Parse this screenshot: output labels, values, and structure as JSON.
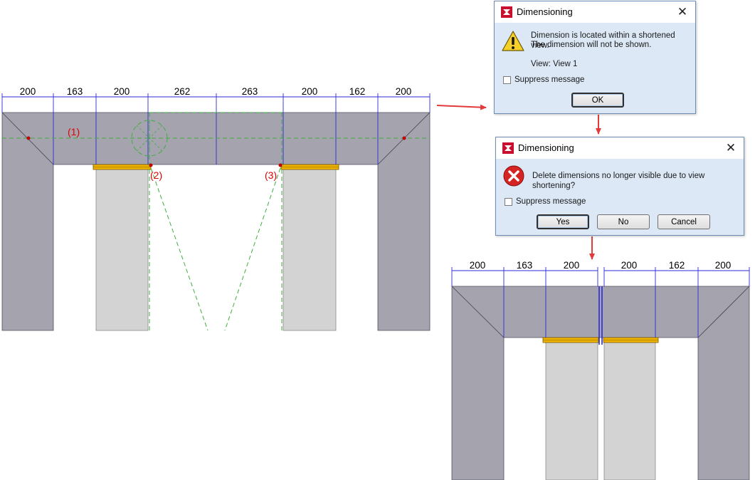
{
  "drawing_left": {
    "dimensions": [
      "200",
      "163",
      "200",
      "262",
      "263",
      "200",
      "162",
      "200"
    ],
    "labels": [
      "(1)",
      "(2)",
      "(3)"
    ]
  },
  "drawing_right": {
    "dimensions": [
      "200",
      "163",
      "200",
      "200",
      "162",
      "200"
    ]
  },
  "dialog1": {
    "title": "Dimensioning",
    "icon": "warning-icon",
    "message_line1": "Dimension is located within a shortened view.",
    "message_line2": "The dimension will not be shown.",
    "view_info": "View: View 1",
    "suppress_label": "Suppress message",
    "ok_label": "OK"
  },
  "dialog2": {
    "title": "Dimensioning",
    "icon": "error-icon",
    "message": "Delete dimensions no longer visible due to view shortening?",
    "suppress_label": "Suppress message",
    "yes_label": "Yes",
    "no_label": "No",
    "cancel_label": "Cancel"
  },
  "colors": {
    "wall": "#a4a3ae",
    "column": "#d3d3d3",
    "lintel": "#f0b400",
    "dim_line": "#2b2bd9",
    "center_line": "#3fae3f",
    "arrow": "#e23b3b",
    "dialog_body": "#dce8f6"
  }
}
